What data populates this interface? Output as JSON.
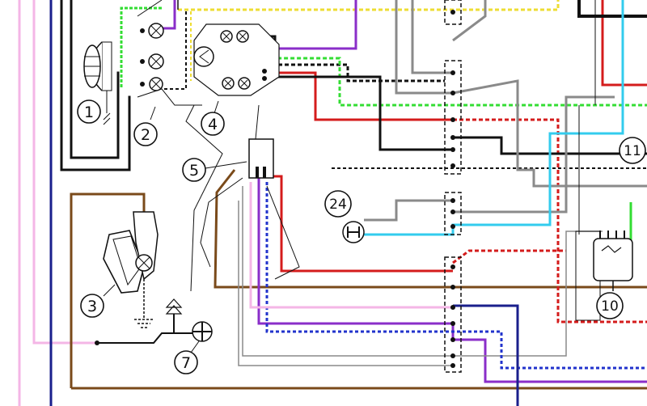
{
  "colors": {
    "black": "#111111",
    "pink": "#f4b6e6",
    "navy": "#1a1f8c",
    "brown": "#7a4a1a",
    "red": "#d41c1c",
    "green": "#33dd33",
    "cyan": "#33ccee",
    "grey": "#8a8a8a",
    "purple": "#8a2ec9",
    "yellow": "#eedd33",
    "blue": "#2233cc"
  },
  "components": {
    "c1": {
      "label": "1",
      "icon": "headlamp-icon"
    },
    "c2": {
      "label": "2",
      "icon": "side-lamp-cluster-icon"
    },
    "c3": {
      "label": "3",
      "icon": "horn-icon"
    },
    "c4": {
      "label": "4",
      "icon": "flasher-unit-icon"
    },
    "c5": {
      "label": "5",
      "icon": "switch-block-icon"
    },
    "c7": {
      "label": "7",
      "icon": "ground-switch-icon"
    },
    "c10": {
      "label": "10",
      "icon": "relay-icon"
    },
    "c11": {
      "label": "11",
      "icon": "connector-icon"
    },
    "c24": {
      "label": "24",
      "icon": "sensor-icon"
    }
  }
}
